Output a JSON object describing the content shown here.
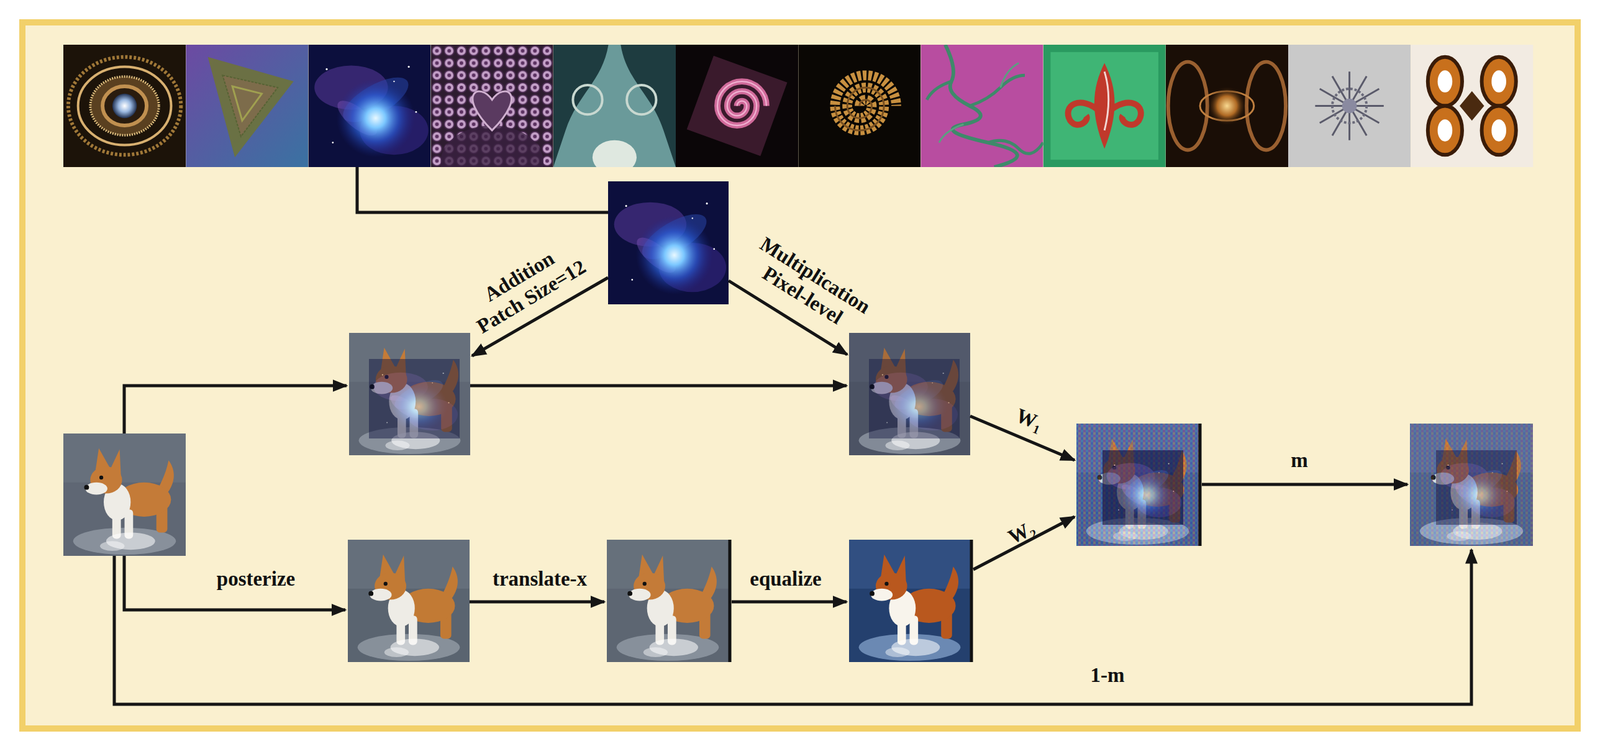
{
  "diagram": {
    "labels": [
      "Addition Patch Size=12",
      "Multiplication Pixel-level",
      "posterize",
      "translate-x",
      "equalize",
      "W₁",
      "W₂",
      "m",
      "1-m"
    ]
  }
}
